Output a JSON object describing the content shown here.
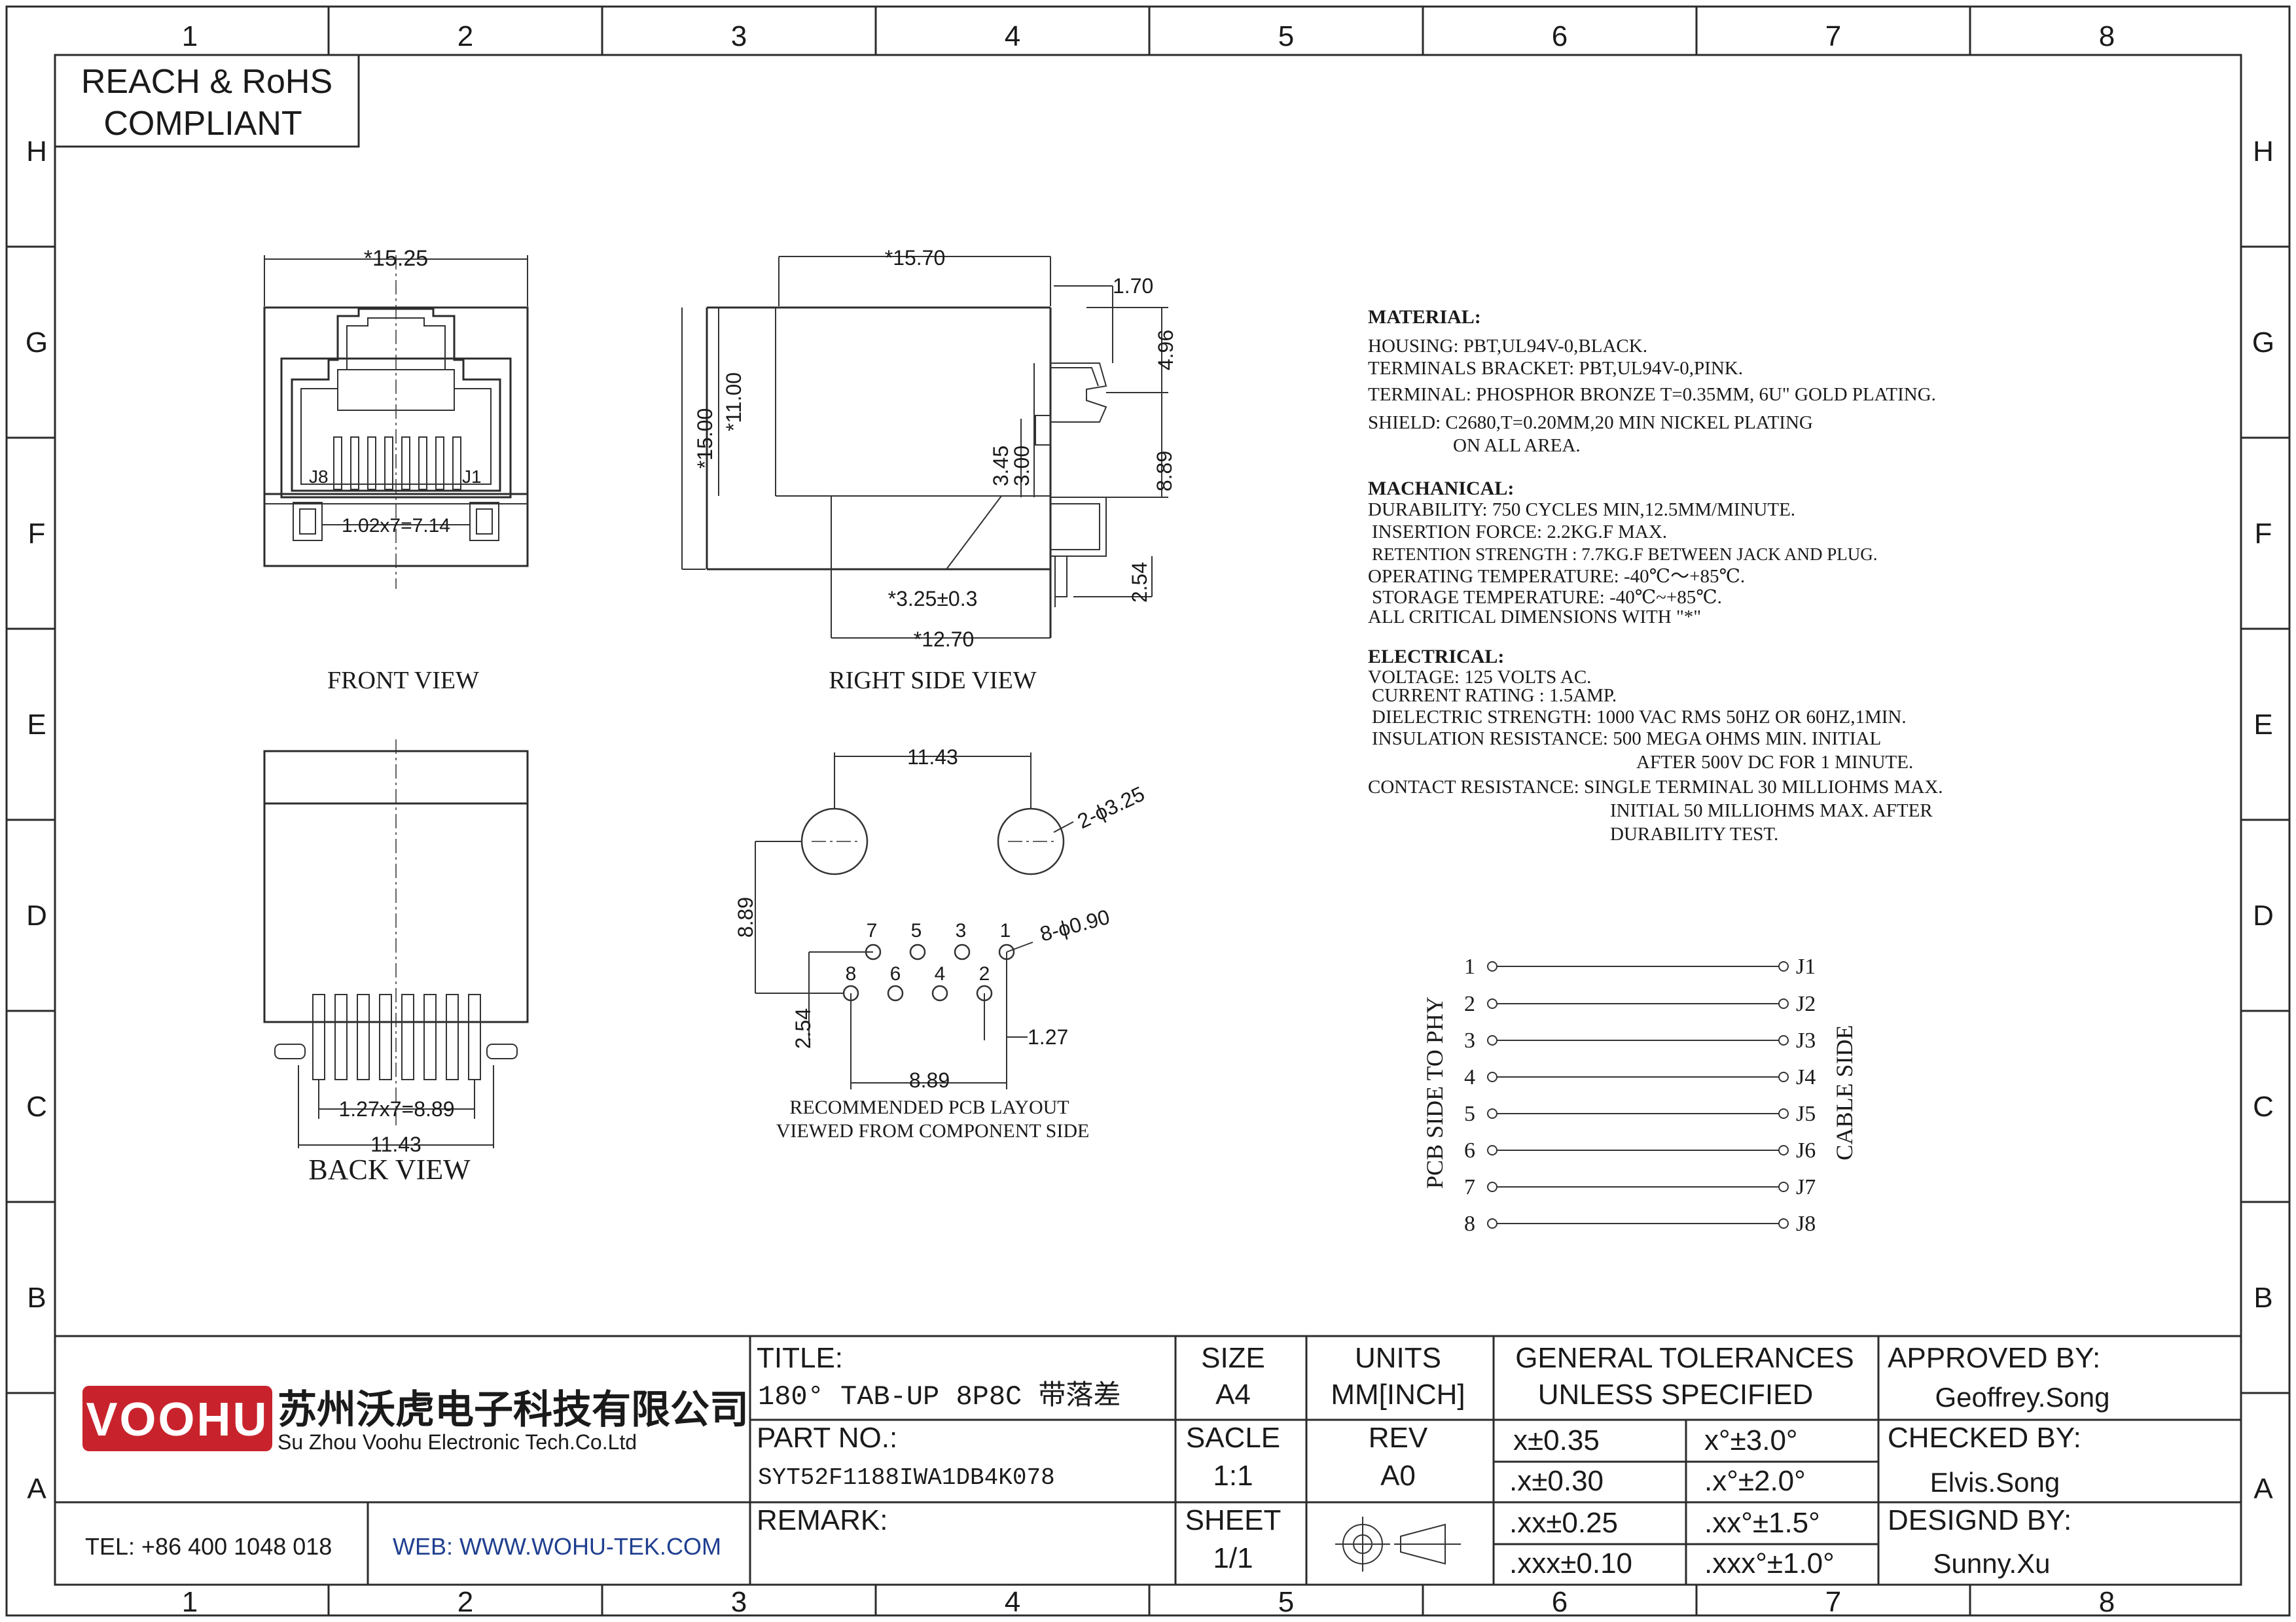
{
  "frame": {
    "columns": [
      "1",
      "2",
      "3",
      "4",
      "5",
      "6",
      "7",
      "8"
    ],
    "rows": [
      "H",
      "G",
      "F",
      "E",
      "D",
      "C",
      "B",
      "A"
    ]
  },
  "compliance": {
    "line1": "REACH & RoHS",
    "line2": "COMPLIANT"
  },
  "views": {
    "front": "FRONT VIEW",
    "right": "RIGHT SIDE VIEW",
    "back": "BACK VIEW",
    "pcb_line1": "RECOMMENDED PCB LAYOUT",
    "pcb_line2": "VIEWED FROM COMPONENT SIDE"
  },
  "dimensions": {
    "front_width": "*15.25",
    "front_pitch": "1.02x7=7.14",
    "front_j8": "J8",
    "front_j1": "J1",
    "side_depth": "*15.70",
    "side_tab": "1.70",
    "side_height": "*15.00",
    "side_height2": "*11.00",
    "side_496": "4.96",
    "side_345": "3.45",
    "side_300": "3.00",
    "side_889": "8.89",
    "side_254": "2.54",
    "side_325": "*3.25±0.3",
    "side_1270": "*12.70",
    "back_pitch": "1.27x7=8.89",
    "back_width": "11.43",
    "pcb_1143": "11.43",
    "pcb_post": "2-ϕ3.25",
    "pcb_889v": "8.89",
    "pcb_pin": "8-ϕ0.90",
    "pcb_254": "2.54",
    "pcb_127": "1.27",
    "pcb_889h": "8.89",
    "pcb_top_labels": [
      "7",
      "5",
      "3",
      "1"
    ],
    "pcb_bottom_labels": [
      "8",
      "6",
      "4",
      "2"
    ]
  },
  "specs": {
    "material_head": "MATERIAL:",
    "material": [
      "HOUSING: PBT,UL94V-0,BLACK.",
      "TERMINALS BRACKET: PBT,UL94V-0,PINK.",
      "TERMINAL: PHOSPHOR BRONZE T=0.35MM, 6U\" GOLD PLATING.",
      "SHIELD: C2680,T=0.20MM,20 MIN NICKEL PLATING",
      "ON ALL AREA."
    ],
    "mech_head": "MACHANICAL:",
    "mechanical": [
      "DURABILITY: 750 CYCLES MIN,12.5MM/MINUTE.",
      "INSERTION FORCE: 2.2KG.F MAX.",
      "RETENTION STRENGTH : 7.7KG.F BETWEEN JACK AND PLUG.",
      "OPERATING TEMPERATURE: -40℃～+85℃.",
      "STORAGE TEMPERATURE: -40℃~+85℃.",
      "ALL CRITICAL DIMENSIONS WITH \"*\""
    ],
    "elec_head": "ELECTRICAL:",
    "electrical": [
      "VOLTAGE: 125 VOLTS AC.",
      "CURRENT RATING : 1.5AMP.",
      "DIELECTRIC STRENGTH: 1000 VAC RMS 50HZ OR 60HZ,1MIN.",
      "INSULATION RESISTANCE: 500 MEGA OHMS MIN. INITIAL",
      "AFTER 500V DC FOR 1 MINUTE.",
      "CONTACT RESISTANCE: SINGLE TERMINAL 30 MILLIOHMS MAX.",
      "INITIAL 50 MILLIOHMS MAX. AFTER",
      "DURABILITY TEST."
    ]
  },
  "wiring": {
    "left_label": "PCB SIDE TO PHY",
    "right_label": "CABLE SIDE",
    "pins": [
      "1",
      "2",
      "3",
      "4",
      "5",
      "6",
      "7",
      "8"
    ],
    "jacks": [
      "J1",
      "J2",
      "J3",
      "J4",
      "J5",
      "J6",
      "J7",
      "J8"
    ]
  },
  "titleblock": {
    "company_cn": "苏州沃虎电子科技有限公司",
    "company_en": "Su Zhou Voohu Electronic Tech.Co.Ltd",
    "logo": "VOOHU",
    "tel": "TEL: +86 400 1048 018",
    "web": "WEB: WWW.WOHU-TEK.COM",
    "title_label": "TITLE:",
    "title_value": "180° TAB-UP 8P8C 带落差",
    "part_label": "PART NO.:",
    "part_value": "SYT52F1188IWA1DB4K078",
    "remark_label": "REMARK:",
    "size_label": "SIZE",
    "size_value": "A4",
    "units_label": "UNITS",
    "units_value": "MM[INCH]",
    "scale_label": "SACLE",
    "scale_value": "1:1",
    "rev_label": "REV",
    "rev_value": "A0",
    "sheet_label": "SHEET",
    "sheet_value": "1/1",
    "tol_head1": "GENERAL TOLERANCES",
    "tol_head2": "UNLESS SPECIFIED",
    "tol": [
      [
        "x±0.35",
        "x°±3.0°"
      ],
      [
        ".x±0.30",
        ".x°±2.0°"
      ],
      [
        ".xx±0.25",
        ".xx°±1.5°"
      ],
      [
        ".xxx±0.10",
        ".xxx°±1.0°"
      ]
    ],
    "approved_label": "APPROVED BY:",
    "approved_value": "Geoffrey.Song",
    "checked_label": "CHECKED BY:",
    "checked_value": "Elvis.Song",
    "designed_label": "DESIGND BY:",
    "designed_value": "Sunny.Xu"
  },
  "colors": {
    "brand_red": "#c8232c",
    "web_blue": "#1f3f8f",
    "ink": "#1a1a1a"
  }
}
